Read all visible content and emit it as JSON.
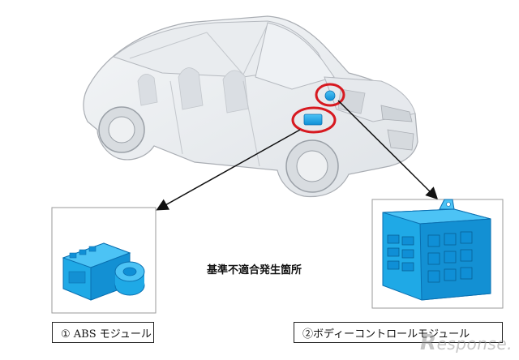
{
  "labels": {
    "center": "基準不適合発生箇所",
    "caption_1": "①  ABS モジュール",
    "caption_2": "②ボディーコントロールモジュール",
    "watermark_r": "R",
    "watermark_rest": "esponse."
  },
  "colors": {
    "module_blue": "#1fa9e6",
    "module_dark": "#0a6fb0",
    "highlight_red": "#d71920",
    "car_line": "#b5b9bf"
  },
  "icons": {
    "abs_module": "abs-module-illustration",
    "bcm_module": "body-control-module-illustration",
    "vehicle": "transparent-suv-illustration"
  }
}
